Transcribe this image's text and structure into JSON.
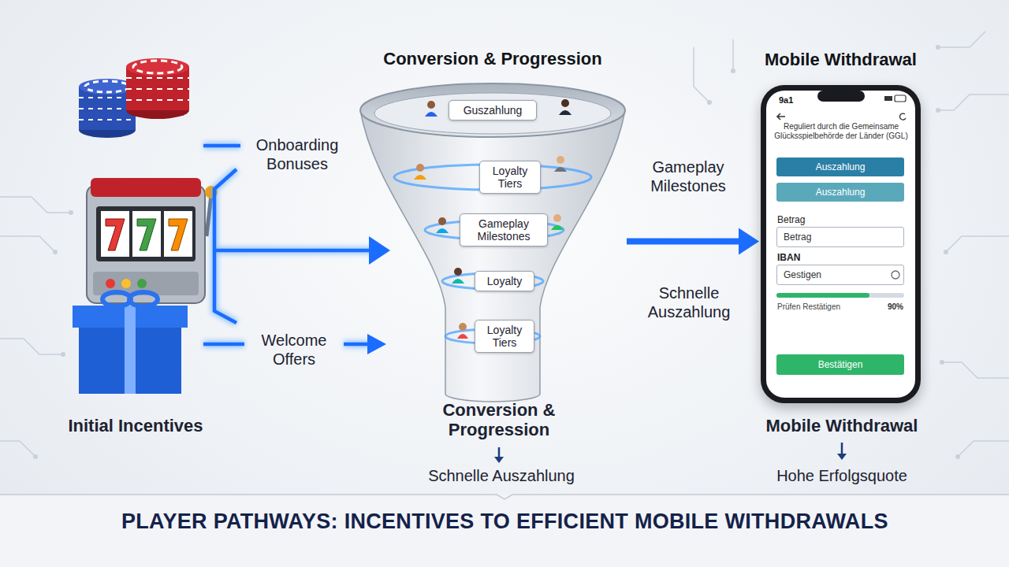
{
  "diagram": {
    "title": "PLAYER PATHWAYS: INCENTIVES TO EFFICIENT MOBILE WITHDRAWALS",
    "nodes": [
      {
        "text": [
          "Conversion & Progression"
        ]
      },
      {
        "text": [
          "Guszahlung"
        ],
        "in": 0
      },
      {
        "text": [
          "Loyalty Tiers"
        ],
        "in": 0
      },
      {
        "text": [
          "Gameplay Milestones"
        ],
        "in": 0
      },
      {
        "text": [
          "Loyalty"
        ],
        "in": 0
      },
      {
        "text": [
          "Loyalty Tiers"
        ],
        "in": 0
      },
      {
        "text": [
          "Mobile Withdrawal"
        ]
      },
      {
        "text": [
          "Auszahlung"
        ],
        "in": 6
      },
      {
        "text": [
          "Auszahlung"
        ],
        "in": 6
      },
      {
        "text": [
          "Betrag"
        ],
        "in": 6
      },
      {
        "text": [
          "Gestigen"
        ],
        "in": 6
      },
      {
        "text": [
          "Bestätigen"
        ],
        "in": 6
      }
    ],
    "edges": [
      {
        "from": 0,
        "to": 6,
        "arrow": "to"
      }
    ],
    "labels": [
      "Onboarding Bonuses",
      "Welcome Offers",
      "Initial Incentives",
      "Gameplay Milestones",
      "Schnelle Auszahlung",
      "Conversion & Progression",
      "Schnelle Auszahlung",
      "Hohe Erfolgsquote",
      "Mobile Withdrawal",
      "9a1",
      "Reguliert durch die Gemeinsame Glücksspielbehörde der Länder (GGL)",
      "Betrag",
      "IBAN",
      "Prüfen Restätigen",
      "90%"
    ]
  }
}
